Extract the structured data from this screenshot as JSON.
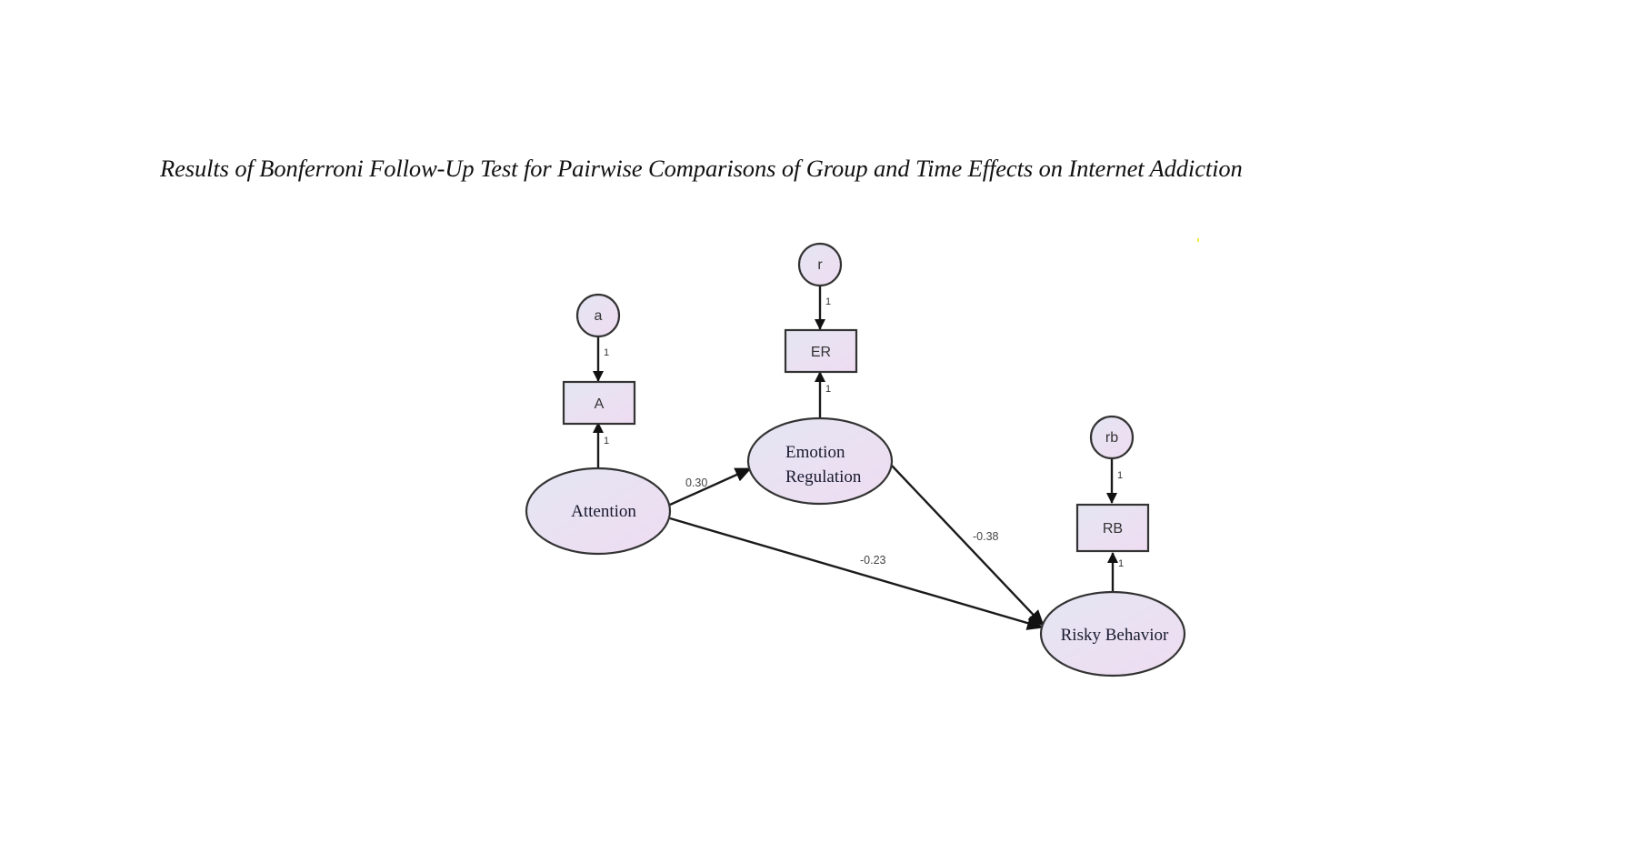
{
  "caption": "Results of Bonferroni Follow-Up Test for Pairwise Comparisons of Group and Time Effects on Internet Addiction",
  "colors": {
    "node_fill_start": "#e4e6f2",
    "node_fill_end": "#efdcf2",
    "stroke": "#333333",
    "speck": "#f5e94a"
  },
  "nodes": {
    "attention": {
      "label": "Attention",
      "type": "latent"
    },
    "emotion_regulation": {
      "label_lines": [
        "Emotion",
        "Regulation"
      ],
      "type": "latent"
    },
    "risky_behavior": {
      "label": "Risky Behavior",
      "type": "latent"
    },
    "A": {
      "label": "A",
      "type": "observed"
    },
    "ER": {
      "label": "ER",
      "type": "observed"
    },
    "RB": {
      "label": "RB",
      "type": "observed"
    },
    "a": {
      "label": "a",
      "type": "error"
    },
    "r": {
      "label": "r",
      "type": "error"
    },
    "rb": {
      "label": "rb",
      "type": "error"
    }
  },
  "paths": [
    {
      "from": "Attention",
      "to": "Emotion Regulation",
      "coefficient": "0.30"
    },
    {
      "from": "Attention",
      "to": "Risky Behavior",
      "coefficient": "-0.23"
    },
    {
      "from": "Emotion Regulation",
      "to": "Risky Behavior",
      "coefficient": "-0.38"
    }
  ],
  "loadings": {
    "a_to_A": "1",
    "r_to_ER": "1",
    "rb_to_RB": "1",
    "attention_to_A": "1",
    "er_to_ER": "1",
    "rb_latent_to_RB": "1"
  }
}
